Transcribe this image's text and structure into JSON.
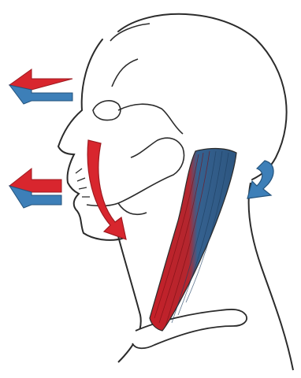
{
  "illustration": {
    "subject": "head-and-neck-anatomy",
    "labels": [],
    "colors": {
      "background": "#ffffff",
      "outline": "#2b2b2b",
      "red": "#d8262e",
      "red_dark": "#9e1a20",
      "blue": "#3d7fb8",
      "blue_dark": "#24537c"
    },
    "arrows": [
      {
        "name": "upper-forward-arrow-pair",
        "direction": "left",
        "colors": [
          "red",
          "blue"
        ]
      },
      {
        "name": "lower-forward-arrow-pair",
        "direction": "left",
        "colors": [
          "red",
          "blue"
        ]
      },
      {
        "name": "jaw-curved-arrow",
        "direction": "down-curve",
        "color": "red"
      },
      {
        "name": "nape-curved-arrow",
        "direction": "down-left-curve",
        "color": "blue"
      }
    ]
  }
}
